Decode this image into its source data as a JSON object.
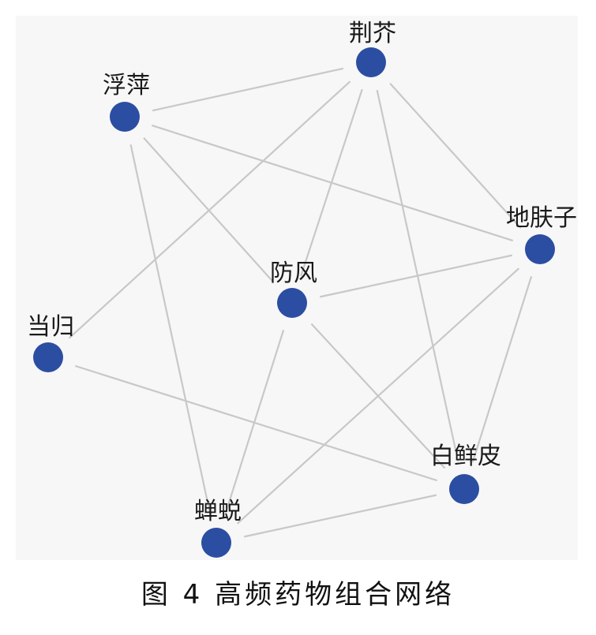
{
  "figure": {
    "caption": "图 4  高频药物组合网络"
  },
  "colors": {
    "background": "#f7f7f7",
    "node": "#2b4ea2",
    "edge": "#c8c8c8"
  },
  "graph": {
    "nodes": [
      {
        "id": "jingjie",
        "label": "荆芥"
      },
      {
        "id": "fuping",
        "label": "浮萍"
      },
      {
        "id": "difuzi",
        "label": "地肤子"
      },
      {
        "id": "fangfeng",
        "label": "防风"
      },
      {
        "id": "danggui",
        "label": "当归"
      },
      {
        "id": "baixianpi",
        "label": "白鲜皮"
      },
      {
        "id": "chantui",
        "label": "蝉蜕"
      }
    ],
    "edges": [
      {
        "source": "jingjie",
        "target": "fuping"
      },
      {
        "source": "jingjie",
        "target": "danggui"
      },
      {
        "source": "jingjie",
        "target": "fangfeng"
      },
      {
        "source": "jingjie",
        "target": "baixianpi"
      },
      {
        "source": "jingjie",
        "target": "difuzi"
      },
      {
        "source": "fuping",
        "target": "difuzi"
      },
      {
        "source": "fuping",
        "target": "fangfeng"
      },
      {
        "source": "fuping",
        "target": "chantui"
      },
      {
        "source": "difuzi",
        "target": "fangfeng"
      },
      {
        "source": "difuzi",
        "target": "baixianpi"
      },
      {
        "source": "difuzi",
        "target": "chantui"
      },
      {
        "source": "fangfeng",
        "target": "baixianpi"
      },
      {
        "source": "fangfeng",
        "target": "chantui"
      },
      {
        "source": "danggui",
        "target": "baixianpi"
      },
      {
        "source": "baixianpi",
        "target": "chantui"
      }
    ]
  }
}
